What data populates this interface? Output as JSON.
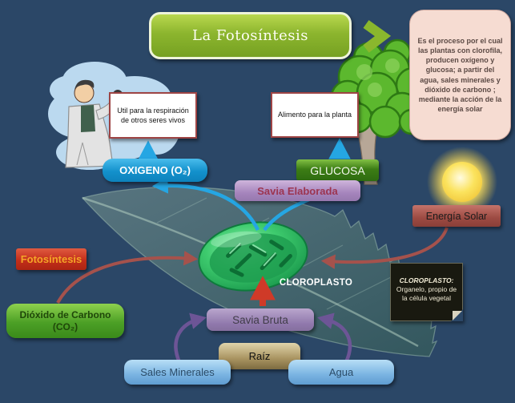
{
  "title": {
    "label": "La Fotosíntesis"
  },
  "intro": {
    "text": "Es el proceso por el cual las plantas con clorofila, producen oxígeno y glucosa; a partir del agua, sales minerales y dióxido de carbono ; mediante la acción de la energía solar"
  },
  "callouts": {
    "oxygen": "Util para la respiración de otros seres vivos",
    "glucose": "Alimento para la planta"
  },
  "nodes": {
    "oxigeno": "OXIGENO (O₂)",
    "glucosa": "GLUCOSA",
    "savia_elaborada": "Savia Elaborada",
    "energia_solar": "Energía Solar",
    "fotosintesis": "Fotosíntesis",
    "dioxido_carbono": "Dióxido de Carbono (CO₂)",
    "cloroplasto": "CLOROPLASTO",
    "savia_bruta": "Savia Bruta",
    "raiz": "Raíz",
    "sales_minerales": "Sales Minerales",
    "agua": "Agua"
  },
  "note": {
    "title": "CLOROPLASTO:",
    "body": "Organelo, propio de la célula vegetal"
  },
  "colors": {
    "background": "#2b4767",
    "title_green": "#8cb52e",
    "oxygen_blue": "#1391cc",
    "glucose_green": "#3c7d15",
    "sap_purple": "#a685bd",
    "energy_maroon": "#9c4a42",
    "photosynthesis_red": "#c22e1a",
    "co2_green": "#4ca026",
    "water_blue": "#7ab4e2",
    "root_tan": "#a89360",
    "intro_pink": "#f6dcd2",
    "arrow_blue": "#25a6e3",
    "arrow_maroon": "#a5524c",
    "arrow_purple": "#6d5596",
    "arrow_red": "#cf3a28"
  }
}
